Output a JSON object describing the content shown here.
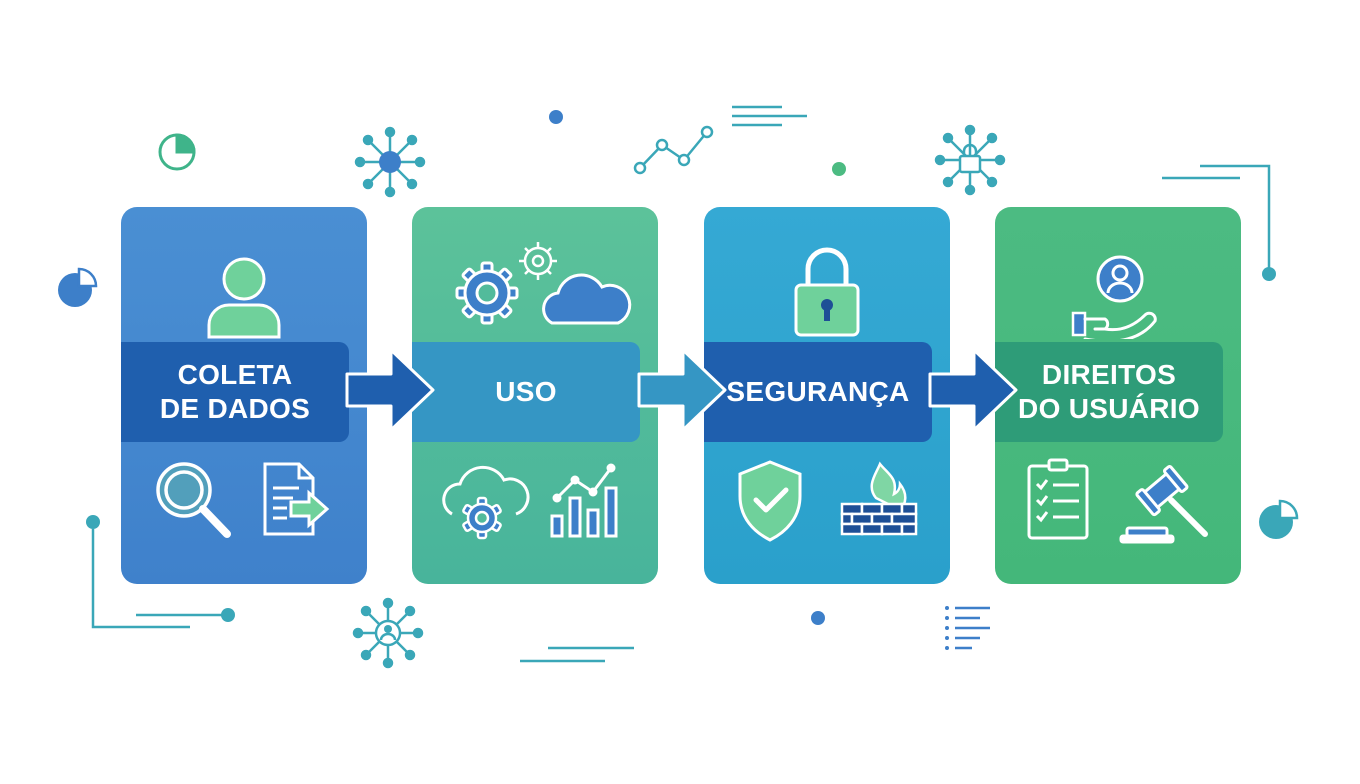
{
  "stages": [
    {
      "label_lines": [
        "COLETA",
        "DE DADOS"
      ],
      "top_icon": "user-icon",
      "bottom_icons": [
        "magnifier-icon",
        "document-export-icon"
      ]
    },
    {
      "label_lines": [
        "USO"
      ],
      "top_icon": "gears-cloud-icon",
      "bottom_icons": [
        "cloud-gear-icon",
        "bar-chart-icon"
      ]
    },
    {
      "label_lines": [
        "SEGURANÇA"
      ],
      "top_icon": "padlock-icon",
      "bottom_icons": [
        "shield-check-icon",
        "firewall-icon"
      ]
    },
    {
      "label_lines": [
        "DIREITOS",
        "DO USUÁRIO"
      ],
      "top_icon": "hand-user-icon",
      "bottom_icons": [
        "clipboard-checklist-icon",
        "gavel-icon"
      ]
    }
  ],
  "colors": {
    "blue_dark": "#1f5fae",
    "blue": "#3d7fc9",
    "teal": "#2aa7c9",
    "green": "#4cbb82",
    "green_light": "#7fd6a4",
    "navy_stroke": "#1e4f96"
  }
}
